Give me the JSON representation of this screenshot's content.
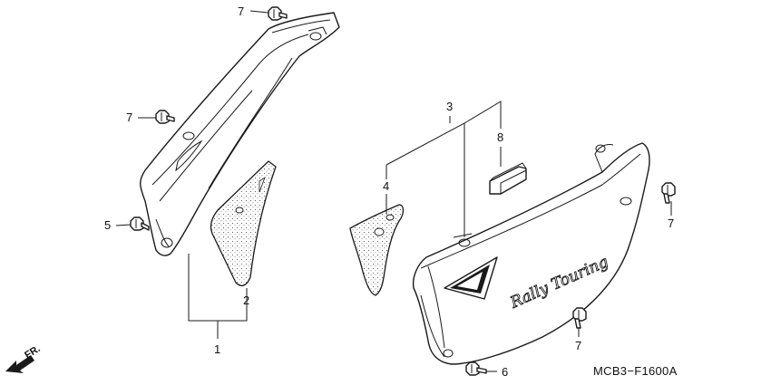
{
  "callouts": {
    "c1": "1",
    "c2": "2",
    "c3": "3",
    "c4": "4",
    "c5": "5",
    "c6": "6",
    "c7": "7",
    "c8": "8"
  },
  "diagram_code": "MCB3−F1600A",
  "front_marker": "FR.",
  "emblem_text": "Rally Touring"
}
